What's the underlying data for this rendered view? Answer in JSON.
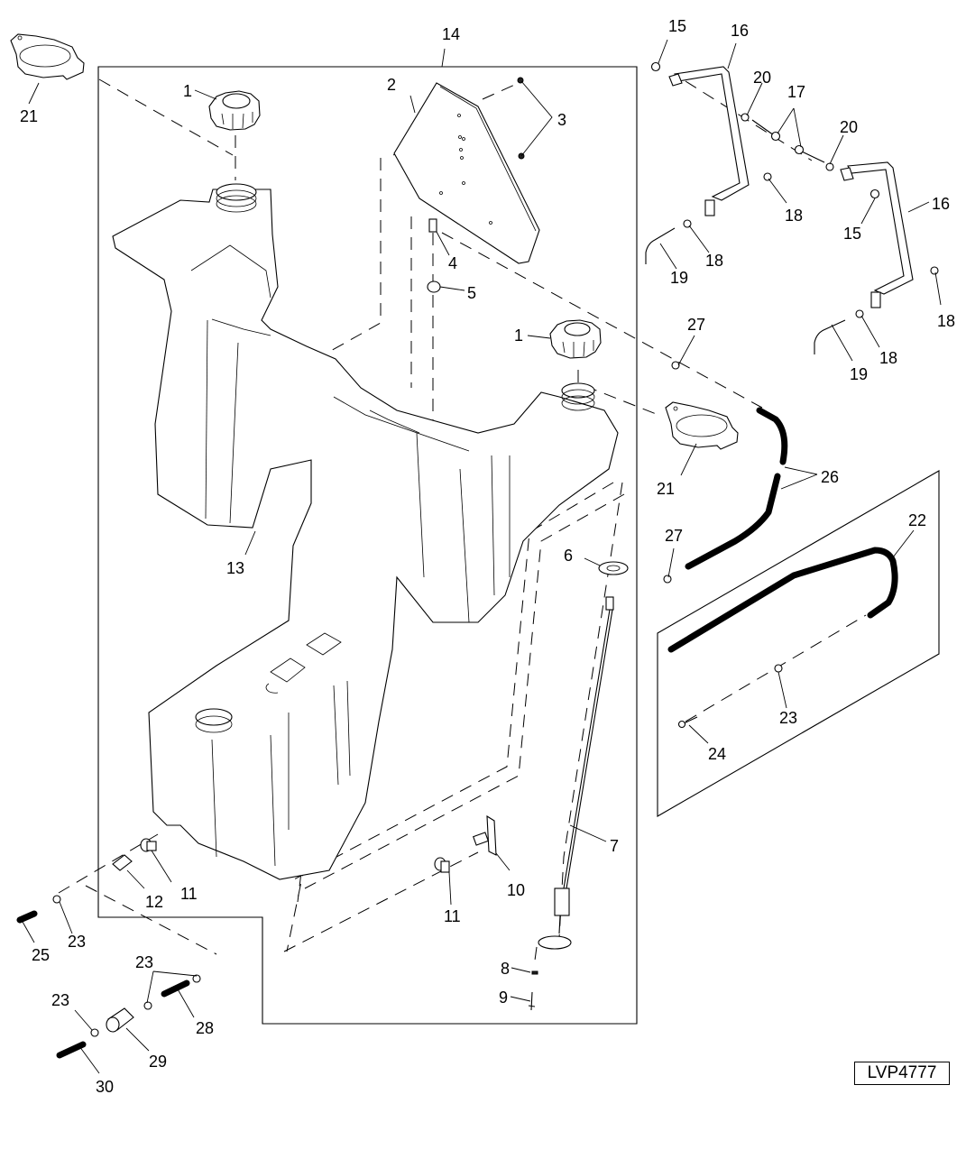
{
  "diagram": {
    "type": "exploded parts diagram",
    "subject": "fuel tank assembly",
    "reference_code": "LVP4777",
    "callouts": [
      {
        "id": "c1a",
        "label": "1",
        "part": "fuel cap (left)"
      },
      {
        "id": "c1b",
        "label": "1",
        "part": "fuel cap (right)"
      },
      {
        "id": "c2",
        "label": "2",
        "part": "shield plate"
      },
      {
        "id": "c3",
        "label": "3",
        "part": "screws (plate)"
      },
      {
        "id": "c4",
        "label": "4",
        "part": "fitting"
      },
      {
        "id": "c5",
        "label": "5",
        "part": "grommet"
      },
      {
        "id": "c6",
        "label": "6",
        "part": "gasket"
      },
      {
        "id": "c7",
        "label": "7",
        "part": "fuel sender / pickup tube"
      },
      {
        "id": "c8",
        "label": "8",
        "part": "washer"
      },
      {
        "id": "c9",
        "label": "9",
        "part": "screw"
      },
      {
        "id": "c10",
        "label": "10",
        "part": "valve"
      },
      {
        "id": "c11a",
        "label": "11",
        "part": "elbow fitting (left)"
      },
      {
        "id": "c11b",
        "label": "11",
        "part": "elbow fitting (center)"
      },
      {
        "id": "c12",
        "label": "12",
        "part": "adapter fitting"
      },
      {
        "id": "c13",
        "label": "13",
        "part": "fuel tank"
      },
      {
        "id": "c14",
        "label": "14",
        "part": "fuel tank assembly (boxed)"
      },
      {
        "id": "c15a",
        "label": "15",
        "part": "nut (upper)"
      },
      {
        "id": "c15b",
        "label": "15",
        "part": "nut (right)"
      },
      {
        "id": "c16a",
        "label": "16",
        "part": "strap (left)"
      },
      {
        "id": "c16b",
        "label": "16",
        "part": "strap (right)"
      },
      {
        "id": "c17",
        "label": "17",
        "part": "bolts"
      },
      {
        "id": "c18a",
        "label": "18",
        "part": "nut"
      },
      {
        "id": "c18b",
        "label": "18",
        "part": "nut"
      },
      {
        "id": "c18c",
        "label": "18",
        "part": "nut"
      },
      {
        "id": "c18d",
        "label": "18",
        "part": "nut"
      },
      {
        "id": "c19a",
        "label": "19",
        "part": "J-bolt (left)"
      },
      {
        "id": "c19b",
        "label": "19",
        "part": "J-bolt (right)"
      },
      {
        "id": "c20a",
        "label": "20",
        "part": "washer (left)"
      },
      {
        "id": "c20b",
        "label": "20",
        "part": "washer (right)"
      },
      {
        "id": "c21a",
        "label": "21",
        "part": "cap retainer ring (top-left)"
      },
      {
        "id": "c21b",
        "label": "21",
        "part": "cap retainer ring (right)"
      },
      {
        "id": "c22",
        "label": "22",
        "part": "hose"
      },
      {
        "id": "c23a",
        "label": "23",
        "part": "clamp (boxed)"
      },
      {
        "id": "c23b",
        "label": "23",
        "part": "clamp"
      },
      {
        "id": "c23c",
        "label": "23",
        "part": "clamps (pair)"
      },
      {
        "id": "c23d",
        "label": "23",
        "part": "clamp"
      },
      {
        "id": "c24",
        "label": "24",
        "part": "screw (boxed)"
      },
      {
        "id": "c25",
        "label": "25",
        "part": "hose"
      },
      {
        "id": "c26",
        "label": "26",
        "part": "vent hoses"
      },
      {
        "id": "c27a",
        "label": "27",
        "part": "clamp (upper)"
      },
      {
        "id": "c27b",
        "label": "27",
        "part": "clamp (lower)"
      },
      {
        "id": "c28",
        "label": "28",
        "part": "hose"
      },
      {
        "id": "c29",
        "label": "29",
        "part": "fuel filter"
      },
      {
        "id": "c30",
        "label": "30",
        "part": "hose"
      }
    ]
  }
}
